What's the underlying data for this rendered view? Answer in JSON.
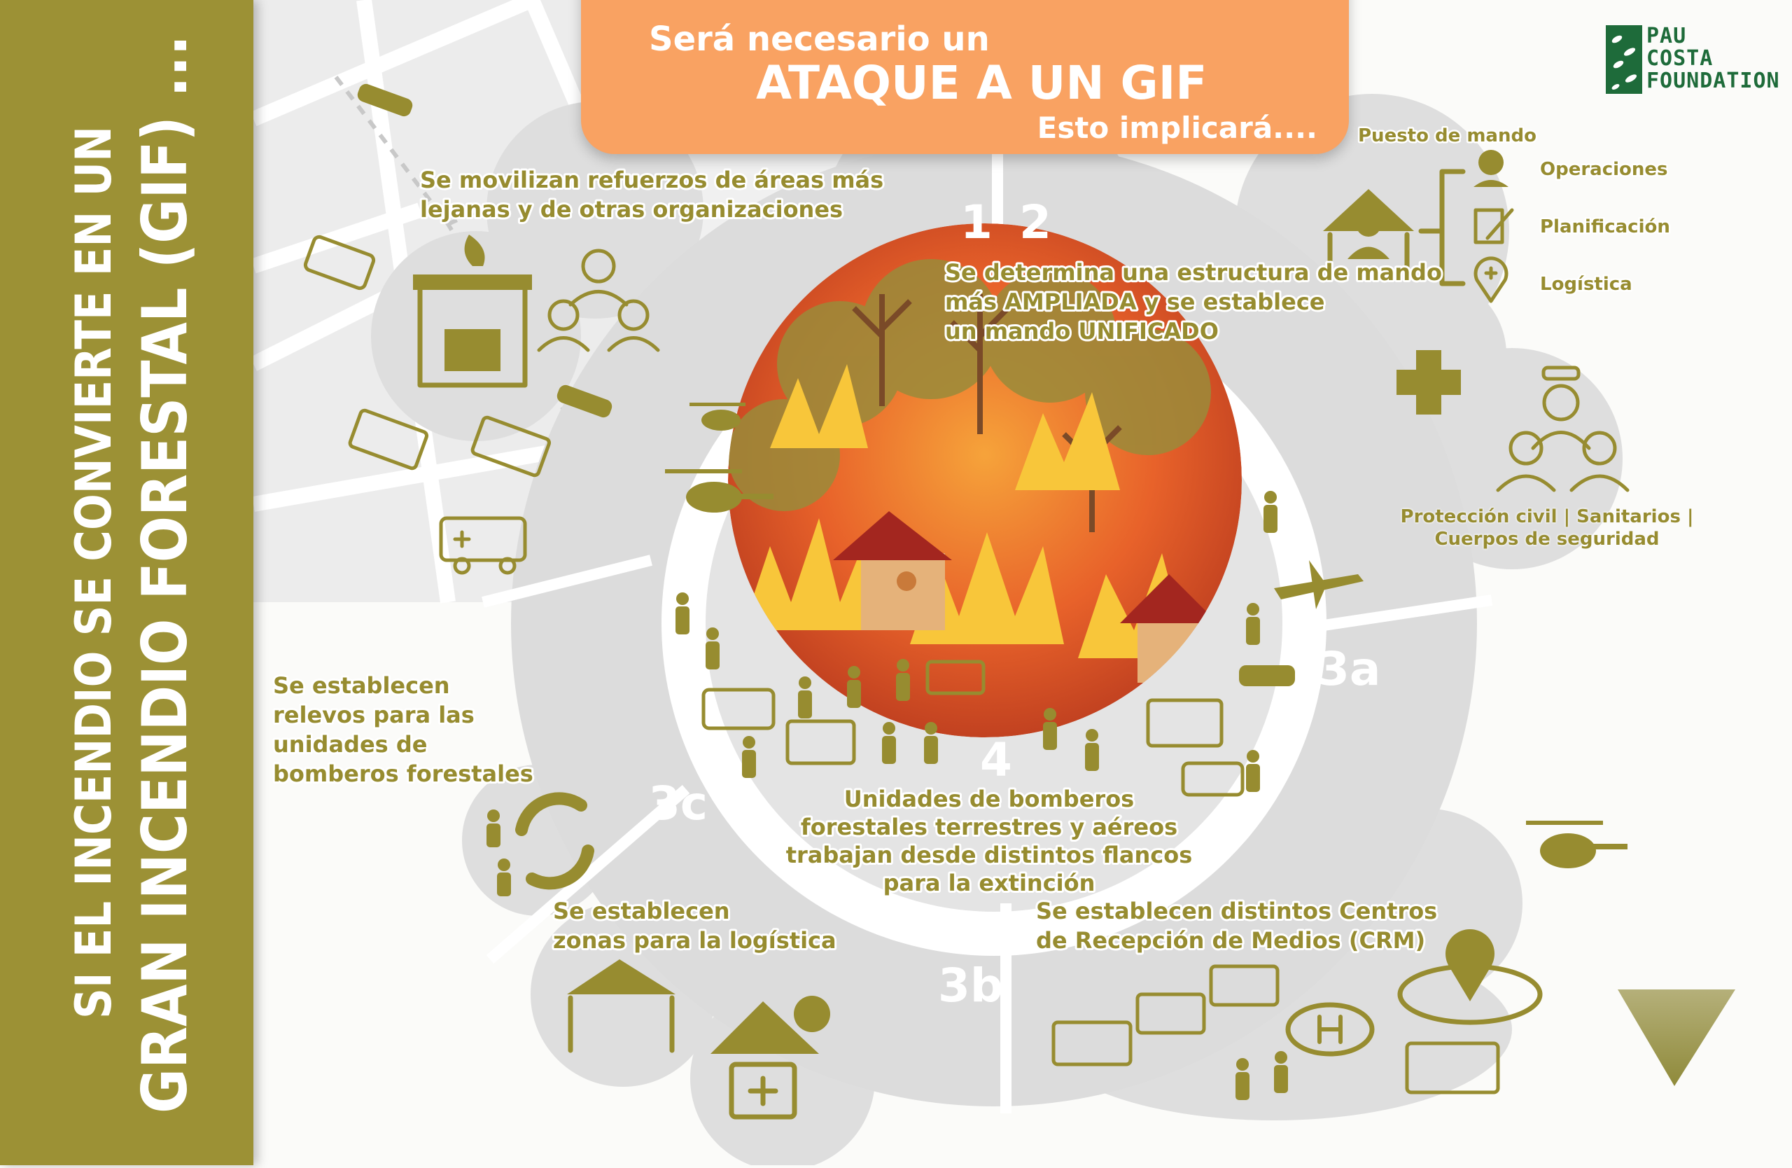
{
  "sidebar": {
    "line1": "SI EL INCENDIO SE CONVIERTE EN UN",
    "line2": "GRAN INCENDIO FORESTAL (GIF) ..."
  },
  "banner": {
    "line1": "Será necesario un",
    "line2": "ATAQUE A UN GIF",
    "line3": "Esto implicará...."
  },
  "logo": {
    "line1": "PAU",
    "line2": "COSTA",
    "line3": "FOUNDATION"
  },
  "steps": {
    "s1": {
      "number": "1",
      "lines": [
        "Se movilizan refuerzos de áreas más",
        "lejanas y de otras organizaciones"
      ]
    },
    "s2": {
      "number": "2",
      "lines": [
        "Se determina una estructura de mando",
        "más AMPLIADA y se establece",
        "un mando UNIFICADO"
      ]
    },
    "s3a": {
      "number": "3a",
      "lines": [
        "Se establecen distintos Centros",
        "de Recepción de Medios (CRM)"
      ]
    },
    "s3b": {
      "number": "3b",
      "lines": [
        "Se establecen",
        "zonas para la logística"
      ]
    },
    "s3c": {
      "number": "3c",
      "lines": [
        "Se establecen",
        "relevos para las",
        "unidades de",
        "bomberos forestales"
      ]
    },
    "s4": {
      "number": "4",
      "lines": [
        "Unidades de bomberos",
        "forestales terrestres y aéreos",
        "trabajan desde distintos flancos",
        "para la extinción"
      ]
    }
  },
  "command": {
    "title": "Puesto de mando",
    "items": [
      "Operaciones",
      "Planificación",
      "Logística"
    ]
  },
  "organizations": "Protección civil | Sanitarios | Cuerpos de seguridad",
  "colors": {
    "olive": "#978c30",
    "sidebar": "#9c9135",
    "banner": "#f9a262",
    "logo_green": "#1e6b3a",
    "ring_gray": "#dcdcdc"
  }
}
